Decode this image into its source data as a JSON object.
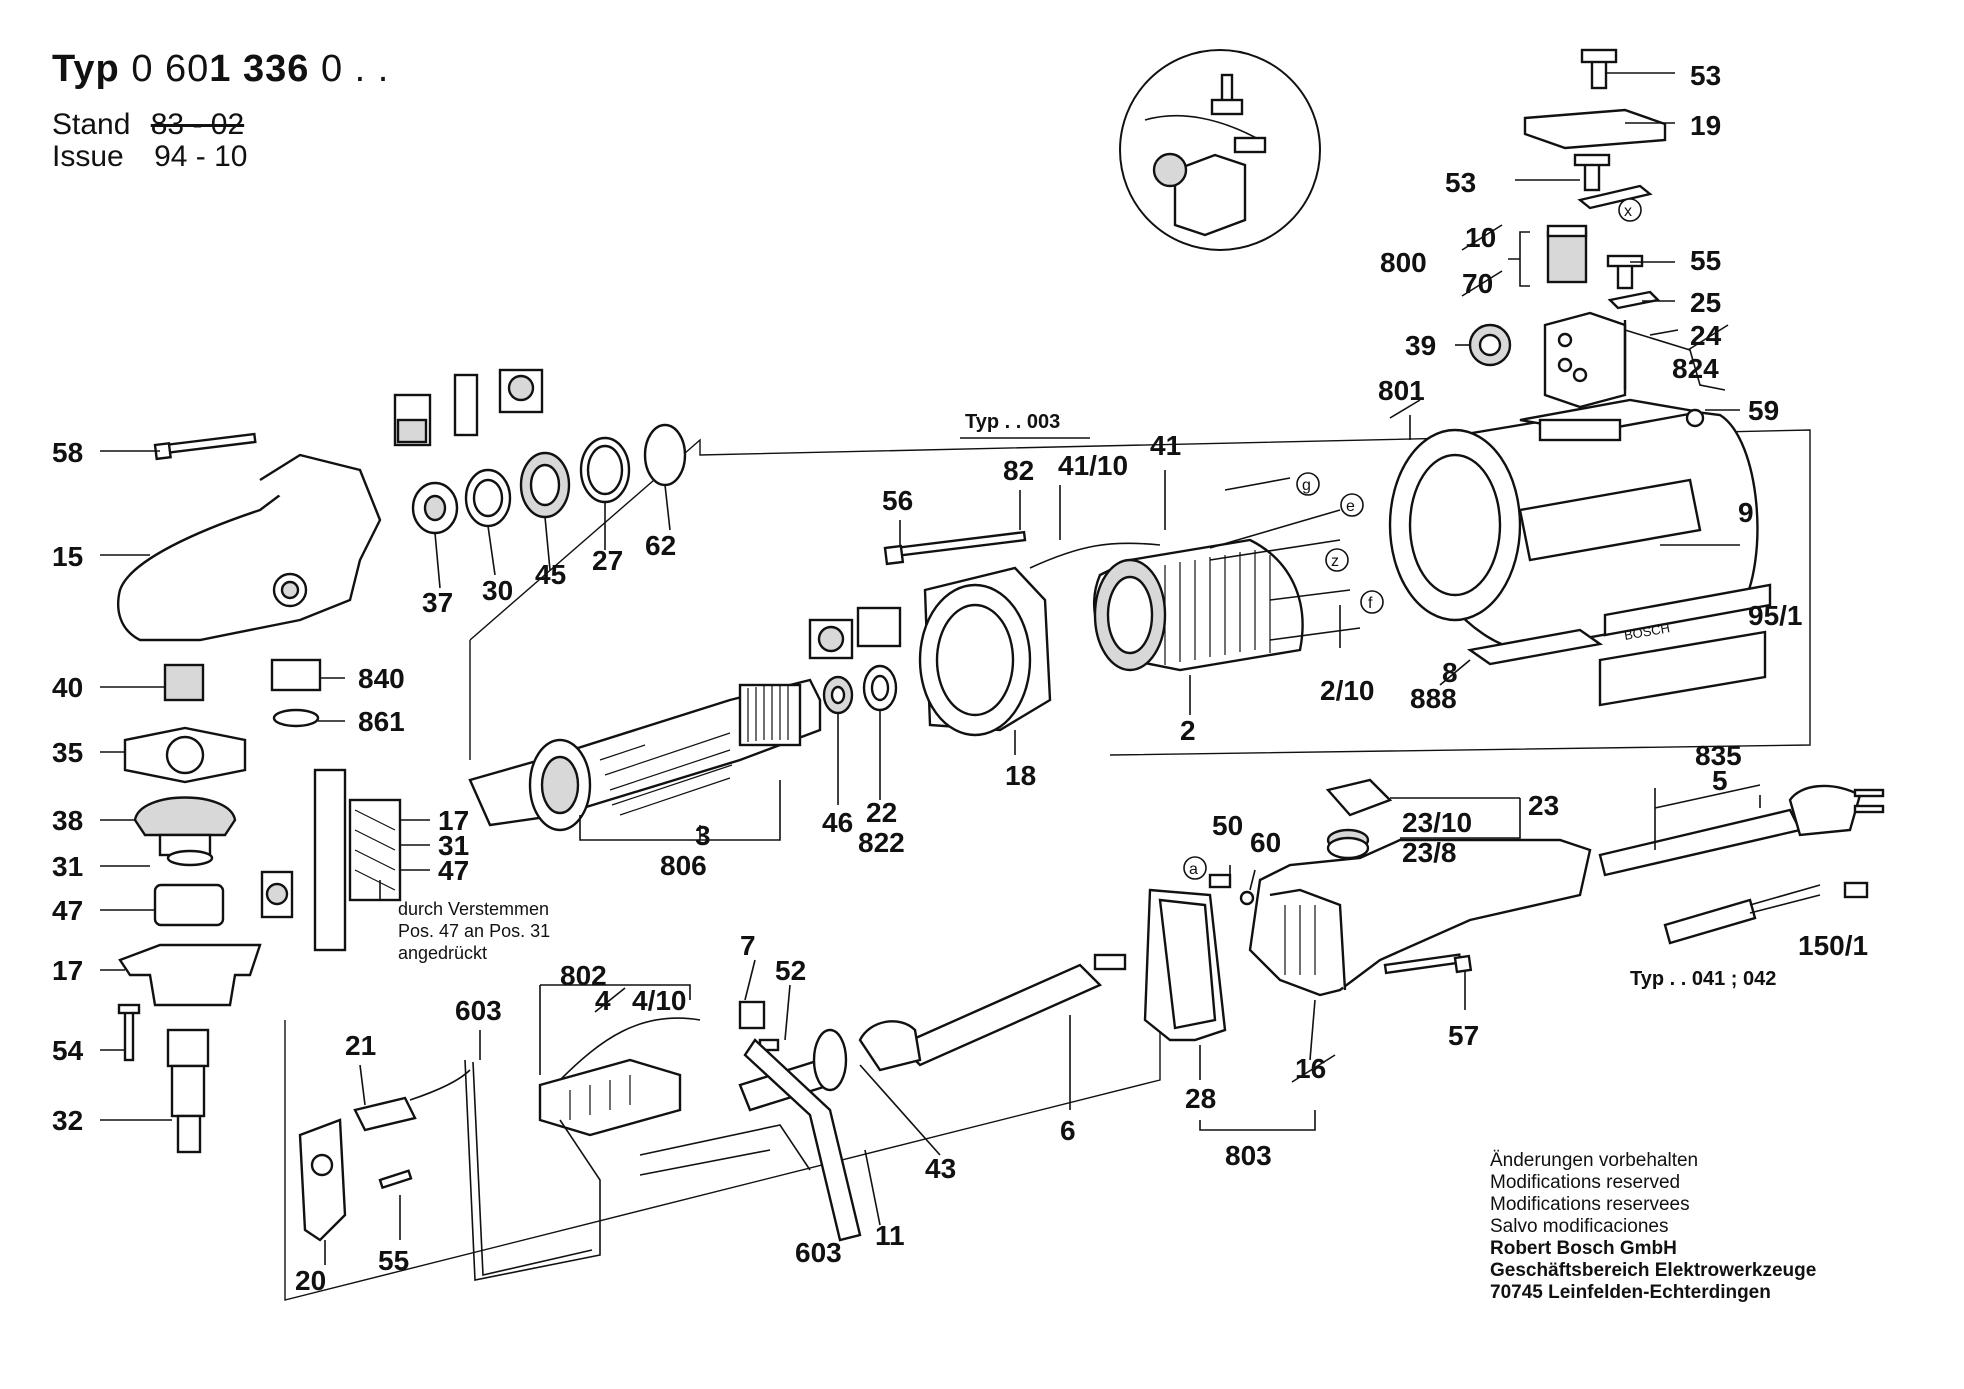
{
  "header": {
    "typ_label": "Typ",
    "typ_number_a": "0 60",
    "typ_number_b": "1 336",
    "typ_number_c": "0 . .",
    "stand_label": "Stand",
    "stand_value": "83 - 02",
    "issue_label": "Issue",
    "issue_value": "94 - 10"
  },
  "callouts": {
    "c53a": "53",
    "c19": "19",
    "c53b": "53",
    "c10": "10",
    "c800": "800",
    "c70": "70",
    "c55a": "55",
    "c25": "25",
    "c39": "39",
    "c24": "24",
    "c824": "824",
    "c801": "801",
    "c59": "59",
    "c9": "9",
    "c951": "95/1",
    "c8": "8",
    "c888": "888",
    "c210": "2/10",
    "c2": "2",
    "c41": "41",
    "c4110": "41/10",
    "c82": "82",
    "c56": "56",
    "c18": "18",
    "c46": "46",
    "c22": "22",
    "c822": "822",
    "c3": "3",
    "c806": "806",
    "c58": "58",
    "c15": "15",
    "c37": "37",
    "c30": "30",
    "c45": "45",
    "c27": "27",
    "c62": "62",
    "c40": "40",
    "c840": "840",
    "c861": "861",
    "c35": "35",
    "c38": "38",
    "c31": "31",
    "c47": "47",
    "c17": "17",
    "c54": "54",
    "c32": "32",
    "c17b": "17",
    "c31b": "31",
    "c47b": "47",
    "c835": "835",
    "c5": "5",
    "c23": "23",
    "c2310": "23/10",
    "c238": "23/8",
    "c50": "50",
    "c60": "60",
    "c1501": "150/1",
    "c57": "57",
    "c16": "16",
    "c28": "28",
    "c803": "803",
    "c6": "6",
    "c43": "43",
    "c11": "11",
    "c603a": "603",
    "c603b": "603",
    "c802": "802",
    "c4": "4",
    "c410": "4/10",
    "c7": "7",
    "c52": "52",
    "c21": "21",
    "c20": "20",
    "c55b": "55"
  },
  "annotations": {
    "typ_003": "Typ . . 003",
    "typ_041": "Typ . . 041 ; 042",
    "press_note_1": "durch Verstemmen",
    "press_note_2": "Pos. 47 an Pos. 31",
    "press_note_3": "angedrückt",
    "brand_plate": "BOSCH"
  },
  "wire_markers": {
    "g": "g",
    "e": "e",
    "z": "z",
    "f": "f",
    "x": "x",
    "a": "a"
  },
  "footer": {
    "line1": "Änderungen vorbehalten",
    "line2": "Modifications reserved",
    "line3": "Modifications reservees",
    "line4": "Salvo modificaciones",
    "line5": "Robert Bosch GmbH",
    "line6": "Geschäftsbereich Elektrowerkzeuge",
    "line7": "70745 Leinfelden-Echterdingen"
  }
}
